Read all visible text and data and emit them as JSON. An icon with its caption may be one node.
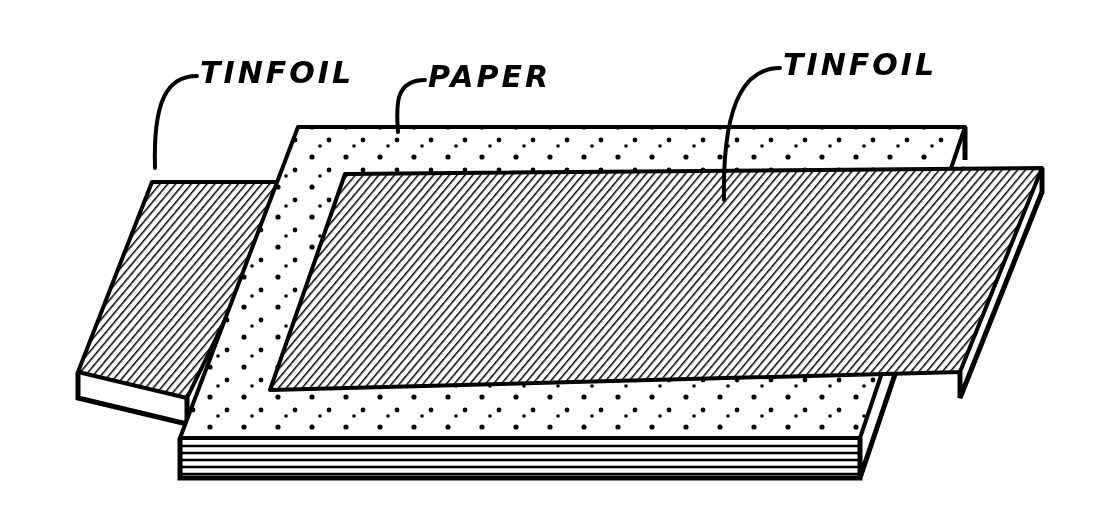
{
  "diagram": {
    "nodes": [
      {
        "text": [
          "TINFOIL"
        ]
      },
      {
        "text": [
          "PAPER"
        ]
      },
      {
        "text": [
          "TINFOIL"
        ]
      },
      {
        "text": [],
        "shape": "picture"
      },
      {
        "text": [],
        "shape": "picture"
      },
      {
        "text": [],
        "shape": "picture"
      }
    ],
    "edges": [
      {
        "from": 0,
        "to": 3,
        "arrow": "none"
      },
      {
        "from": 1,
        "to": 4,
        "arrow": "none"
      },
      {
        "from": 2,
        "to": 5,
        "arrow": "none"
      }
    ]
  }
}
